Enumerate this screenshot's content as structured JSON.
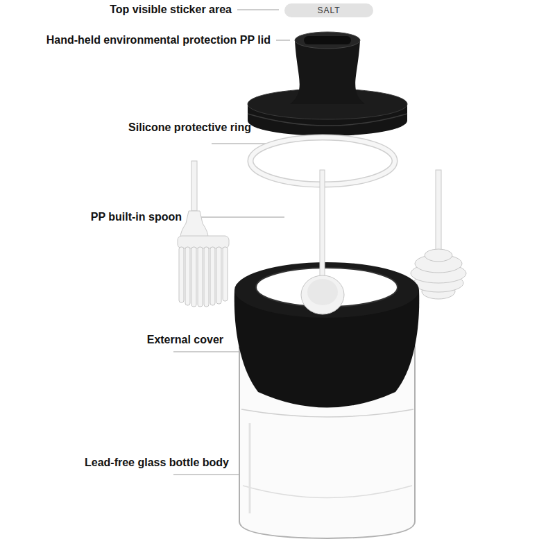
{
  "diagram": {
    "nodes": [
      {
        "text": [
          "SALT"
        ]
      }
    ],
    "labels": [
      "Top visible sticker area",
      "Hand-held environmental protection PP lid",
      "Silicone protective ring",
      "PP built-in spoon",
      "External cover",
      "Lead-free glass bottle body"
    ]
  }
}
